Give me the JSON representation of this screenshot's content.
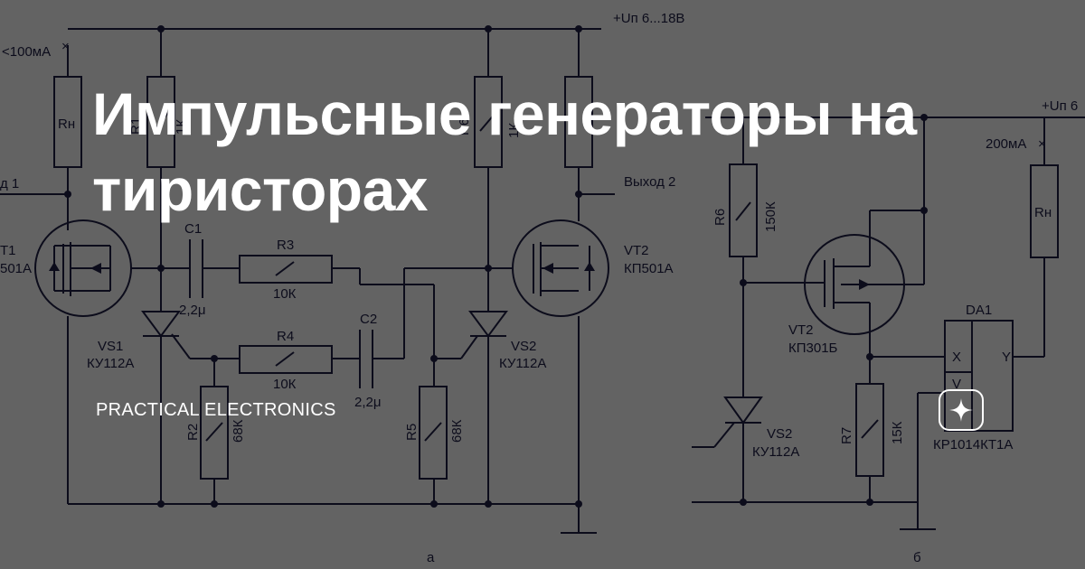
{
  "title": "Импульсные генераторы на тиристорах",
  "source": "PRACTICAL ELECTRONICS",
  "logo_icon": "sparkle-icon",
  "colors": {
    "overlay": "#5e5e5e",
    "ink": "#151530",
    "text": "#ffffff"
  },
  "schematic": {
    "a": {
      "caption": "а",
      "supply": "+Uп 6...18В",
      "load_current": "<100мА",
      "load": "Rн",
      "input": "д 1",
      "output": "Выход 2",
      "vt1": {
        "name": "T1",
        "type": "501А"
      },
      "vt2": {
        "name": "VT2",
        "type": "КП501А"
      },
      "c1": {
        "name": "C1",
        "value": "2,2μ"
      },
      "c2": {
        "name": "C2",
        "value": "2,2μ"
      },
      "r1": {
        "name": "R1",
        "value": "1К"
      },
      "r2": {
        "name": "R2",
        "value": "68К"
      },
      "r3": {
        "name": "R3",
        "value": "10К"
      },
      "r4": {
        "name": "R4",
        "value": "10К"
      },
      "r5": {
        "name": "R5",
        "value": "68К"
      },
      "r6": {
        "name": "R6",
        "value": "1К"
      },
      "vs1": {
        "name": "VS1",
        "type": "КУ112А"
      },
      "vs2": {
        "name": "VS2",
        "type": "КУ112А"
      }
    },
    "b": {
      "caption": "б",
      "supply": "+Uп 6",
      "load_current": "200мА",
      "load": "Rн",
      "r6": {
        "name": "R6",
        "value": "150К"
      },
      "r7": {
        "name": "R7",
        "value": "15К"
      },
      "vt2": {
        "name": "VT2",
        "type": "КП301Б"
      },
      "vs2": {
        "name": "VS2",
        "type": "КУ112А"
      },
      "da1": {
        "name": "DA1",
        "type": "КР1014КТ1А",
        "pin_x": "X",
        "pin_y": "Y",
        "pin_v": "V"
      }
    }
  }
}
